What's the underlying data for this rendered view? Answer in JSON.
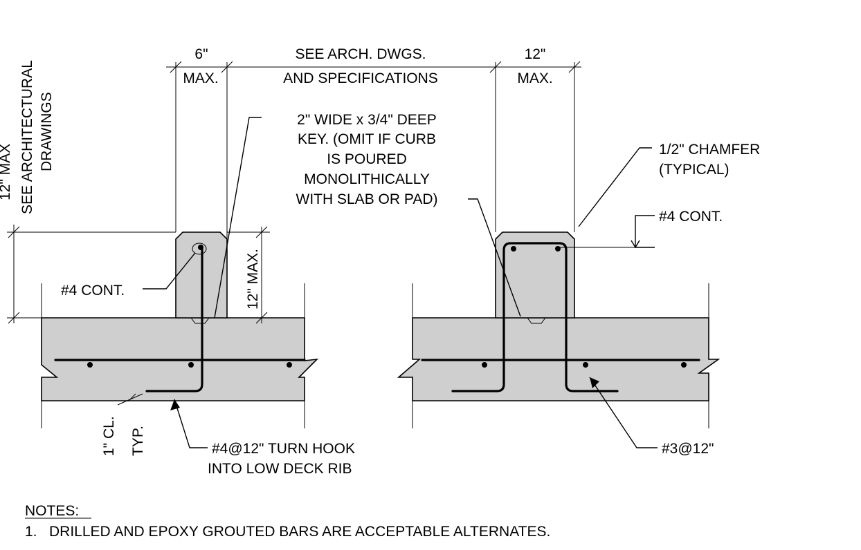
{
  "dim_left": {
    "vertical_line1": "12\" MAX",
    "vertical_line2": "SEE ARCHITECTURAL",
    "vertical_line3": "DRAWINGS"
  },
  "dim_top": {
    "left_line1": "6\"",
    "left_line2": "MAX.",
    "center_line1": "SEE ARCH. DWGS.",
    "center_line2": "AND SPECIFICATIONS",
    "right_line1": "12\"",
    "right_line2": "MAX."
  },
  "curb_height": "12\" MAX.",
  "callouts": {
    "key_lines": [
      "2\" WIDE x 3/4\" DEEP",
      "KEY. (OMIT IF CURB",
      "IS POURED",
      "MONOLITHICALLY",
      "WITH SLAB OR PAD)"
    ],
    "chamfer_lines": [
      "1/2\" CHAMFER",
      "(TYPICAL)"
    ],
    "cont_right": "#4 CONT.",
    "cont_left": "#4 CONT.",
    "clear_lines": [
      "1\" CL.",
      "TYP."
    ],
    "hook_lines": [
      "#4@12\" TURN HOOK",
      "INTO LOW DECK RIB"
    ],
    "stirrup": "#3@12\""
  },
  "notes": {
    "heading": "NOTES:",
    "items": [
      "1.   DRILLED AND EPOXY GROUTED BARS ARE ACCEPTABLE ALTERNATES."
    ]
  }
}
